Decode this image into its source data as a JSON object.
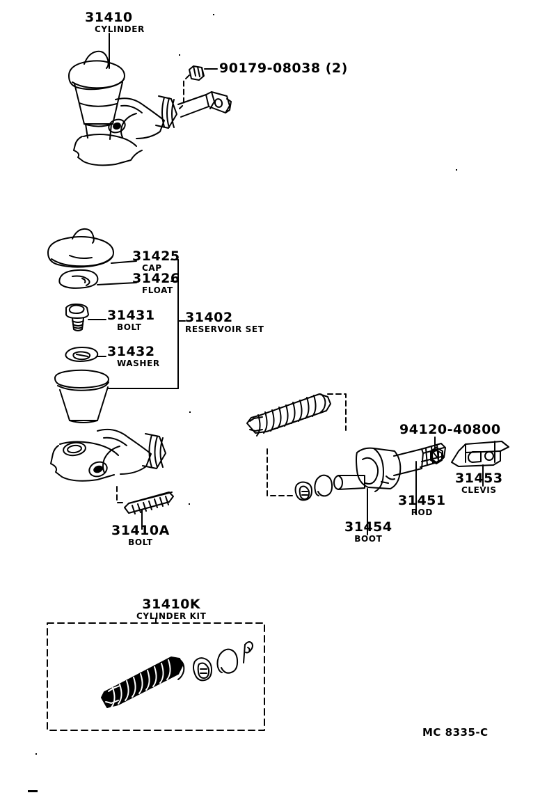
{
  "sheet": {
    "title": "Clutch master cylinder exploded parts diagram",
    "footer_code": "MC 8335-C",
    "background": "#ffffff",
    "line_color": "#000000"
  },
  "labels": {
    "cylinder": {
      "number": "31410",
      "name": "CYLINDER"
    },
    "union_bolt": {
      "number": "90179-08038 (2)",
      "name": ""
    },
    "cap": {
      "number": "31425",
      "name": "CAP"
    },
    "float": {
      "number": "31426",
      "name": "FLOAT"
    },
    "bolt_31431": {
      "number": "31431",
      "name": "BOLT"
    },
    "washer": {
      "number": "31432",
      "name": "WASHER"
    },
    "reservoir_set": {
      "number": "31402",
      "name": "RESERVOIR SET"
    },
    "bolt_31410a": {
      "number": "31410A",
      "name": "BOLT"
    },
    "nut": {
      "number": "94120-40800",
      "name": ""
    },
    "clevis": {
      "number": "31453",
      "name": "CLEVIS"
    },
    "rod": {
      "number": "31451",
      "name": "ROD"
    },
    "boot": {
      "number": "31454",
      "name": "BOOT"
    },
    "cylinder_kit": {
      "number": "31410K",
      "name": "CYLINDER KIT"
    }
  },
  "groups": [
    {
      "key": "top-assembly",
      "name": "master-cylinder-assembly"
    },
    {
      "key": "reservoir-group",
      "name": "reservoir-set-exploded"
    },
    {
      "key": "rod-group",
      "name": "push-rod-group"
    },
    {
      "key": "kit-group",
      "name": "cylinder-kit-box"
    }
  ],
  "icons": {
    "nut_marker": "hex-nut-icon",
    "dashed_bracket": "dashed-leader",
    "solid_bracket": "solid-leader"
  }
}
